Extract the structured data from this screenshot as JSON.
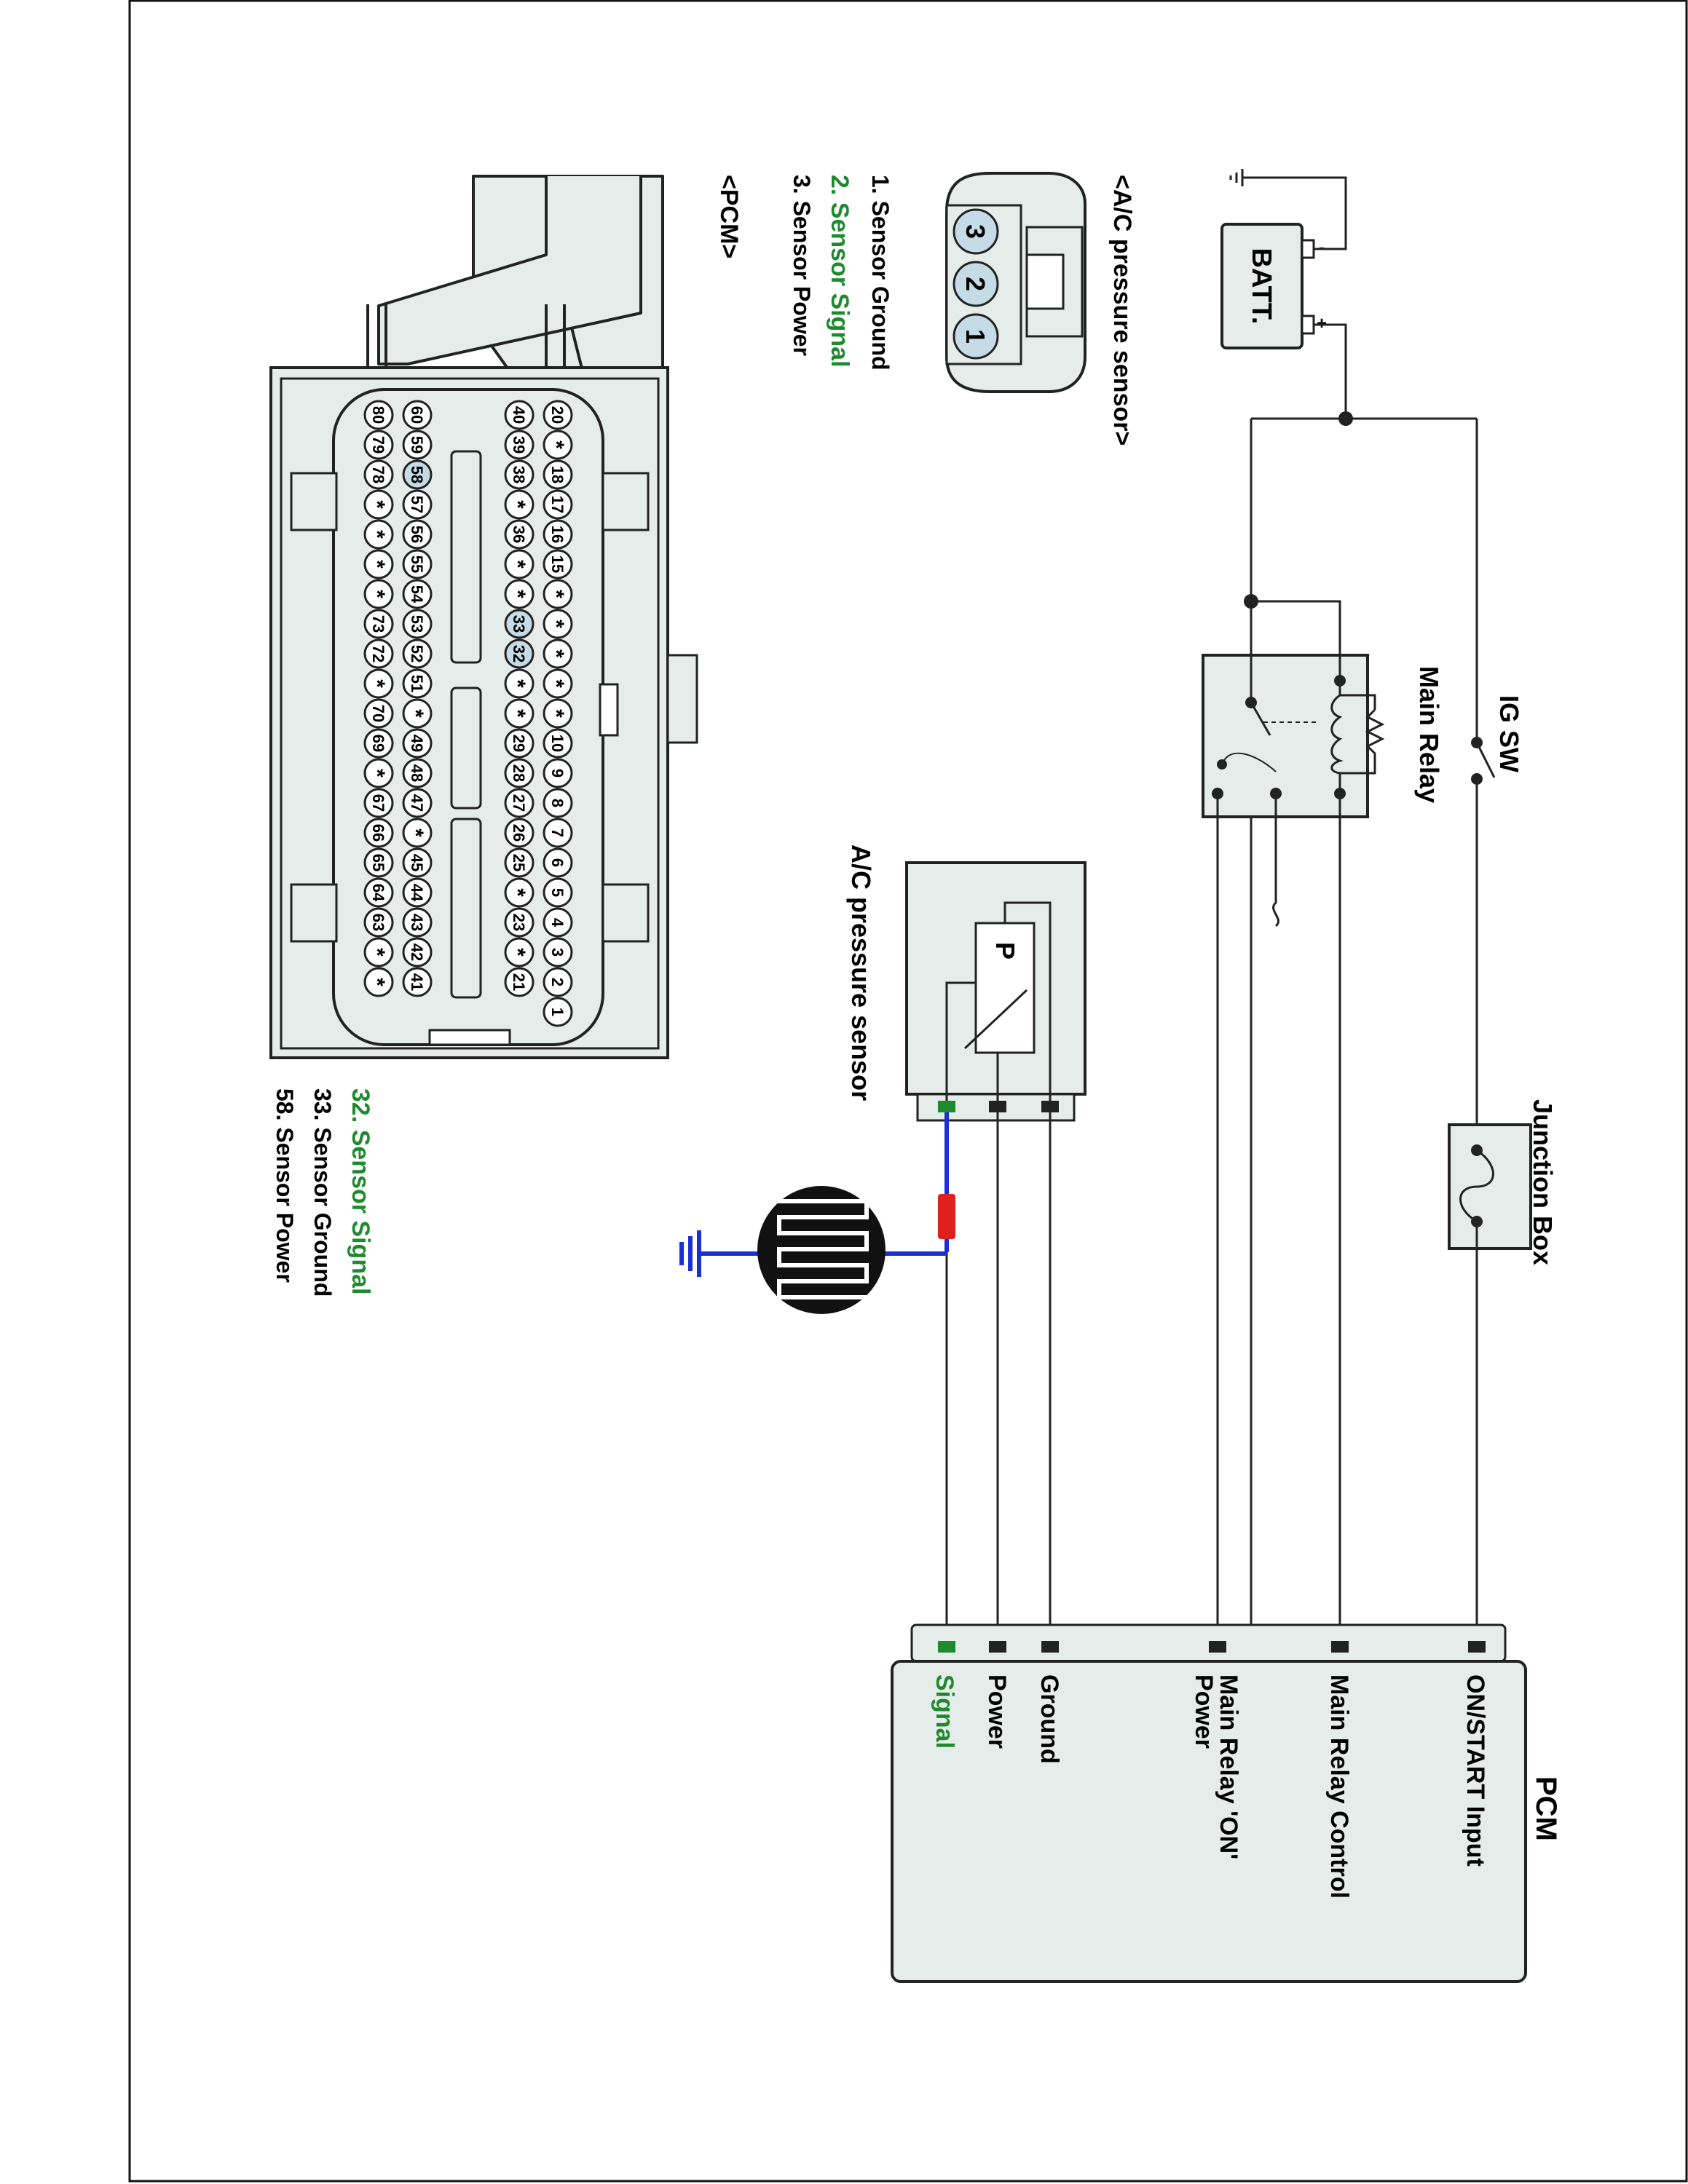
{
  "colors": {
    "stroke": "#222222",
    "component_fill": "#e6ece9",
    "pin_fill": "#c5dce6",
    "signal": "#1e8a2e",
    "wire_blue": "#1a2fd6",
    "wire_red": "#e0201c",
    "ground_sensor": "#111111"
  },
  "battery": {
    "label": "BATT.",
    "neg": "-",
    "pos": "+"
  },
  "ig_sw": {
    "label": "IG SW"
  },
  "main_relay": {
    "label": "Main Relay"
  },
  "junction_box": {
    "label": "Junction Box"
  },
  "ac_sensor": {
    "label": "A/C pressure sensor",
    "p_label": "P"
  },
  "pcm": {
    "title": "PCM",
    "pins": [
      {
        "label": "ON/START Input"
      },
      {
        "label": "Main Relay Control"
      },
      {
        "label_line1": "Main Relay 'ON'",
        "label_line2": "Power"
      },
      {
        "label": "Ground"
      },
      {
        "label": "Power"
      },
      {
        "label": "Signal"
      }
    ]
  },
  "sensor_connector": {
    "title": "<A/C pressure sensor>",
    "pins": [
      "3",
      "2",
      "1"
    ],
    "legend": [
      "1. Sensor Ground",
      "2. Sensor Signal",
      "3. Sensor Power"
    ]
  },
  "pcm_connector": {
    "title": "<PCM>",
    "row1": [
      "20",
      "*",
      "18",
      "17",
      "16",
      "15",
      "*",
      "*",
      "*",
      "*",
      "*",
      "10",
      "9",
      "8",
      "7",
      "6",
      "5",
      "4",
      "3",
      "2",
      "1"
    ],
    "row2": [
      "40",
      "39",
      "38",
      "*",
      "36",
      "*",
      "*",
      "33",
      "32",
      "*",
      "*",
      "29",
      "28",
      "27",
      "26",
      "25",
      "*",
      "23",
      "*",
      "21"
    ],
    "row3": [
      "60",
      "59",
      "58",
      "57",
      "56",
      "55",
      "54",
      "53",
      "52",
      "51",
      "*",
      "49",
      "48",
      "47",
      "*",
      "45",
      "44",
      "43",
      "42",
      "41"
    ],
    "row4": [
      "80",
      "79",
      "78",
      "*",
      "*",
      "*",
      "*",
      "73",
      "72",
      "*",
      "70",
      "69",
      "*",
      "67",
      "66",
      "65",
      "64",
      "63",
      "*",
      "*"
    ],
    "legend": [
      "32. Sensor Signal",
      "33. Sensor Ground",
      "58. Sensor Power"
    ]
  }
}
